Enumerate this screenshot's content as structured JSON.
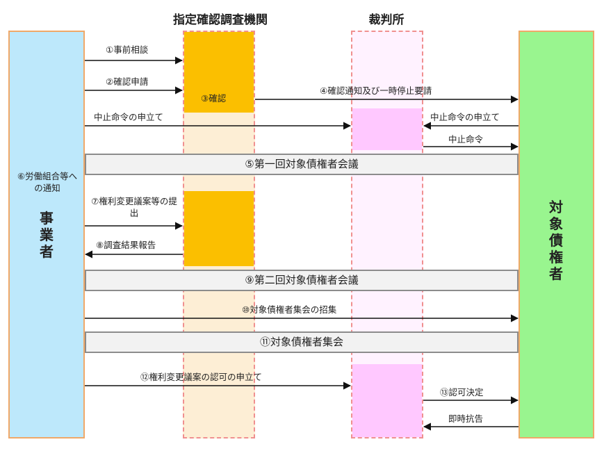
{
  "headers": {
    "agency": "指定確認調査機関",
    "court": "裁判所"
  },
  "parties": {
    "business": "事業者",
    "creditors": "対象債権者"
  },
  "colors": {
    "business_fill": "#bde8fb",
    "creditors_fill": "#99f58f",
    "agency_fill": "#fbbf00",
    "agency_light": "#fdeed5",
    "court_fill": "#ffc8ff",
    "court_light": "#fff2ff",
    "column_border": "#f0a868",
    "dash_border": "#f09090",
    "meeting_fill": "#f2f2f2",
    "meeting_border": "#8c8c8c"
  },
  "labels": {
    "consult": "①事前相談",
    "apply": "②確認申請",
    "confirm": "③確認",
    "notify_stop": "④確認通知及び一時停止要請",
    "stop_petition_left": "中止命令の申立て",
    "stop_petition_right": "中止命令の申立て",
    "stop_order": "中止命令",
    "union_notice": "⑥労働組合等への通知",
    "submit_plan": "⑦権利変更議案等の提出",
    "report": "⑧調査結果報告",
    "convocation": "⑩対象債権者集会の招集",
    "approval_petition": "⑫権利変更議案の認可の申立て",
    "approval_decision": "⑬認可決定",
    "appeal": "即時抗告"
  },
  "meetings": {
    "first": "⑤第一回対象債権者会議",
    "second": "⑨第二回対象債権者会議",
    "assembly": "⑪対象債権者集会"
  }
}
